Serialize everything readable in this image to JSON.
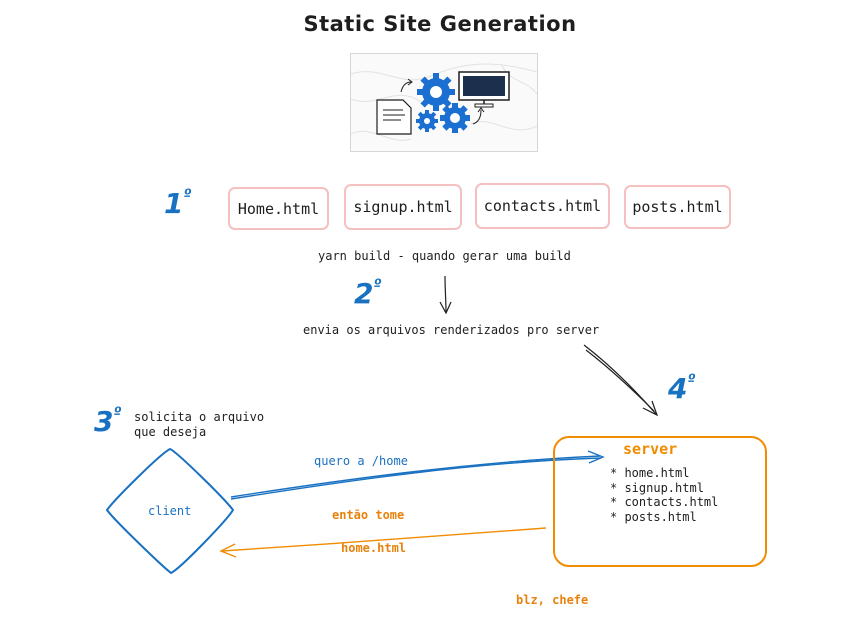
{
  "title": "Static Site Generation",
  "steps": {
    "one": "1",
    "two": "2",
    "three": "3",
    "four": "4",
    "ordinal": "º"
  },
  "files": [
    "Home.html",
    "signup.html",
    "contacts.html",
    "posts.html"
  ],
  "build_text": "yarn build - quando gerar uma build",
  "send_text": "envia os arquivos renderizados pro server",
  "request_text": [
    "solicita o arquivo",
    "que deseja"
  ],
  "client_label": "client",
  "server": {
    "title": "server",
    "files": [
      "* home.html",
      "* signup.html",
      "* contacts.html",
      "* posts.html"
    ]
  },
  "arrows": {
    "request": "quero a /home",
    "response_line1": "então tome",
    "response_line2": "home.html",
    "closing": "blz, chefe"
  },
  "colors": {
    "blue": "#1971c2",
    "orange": "#f08c00",
    "pink": "#f4c0c0",
    "ink": "#1e1e1e"
  }
}
